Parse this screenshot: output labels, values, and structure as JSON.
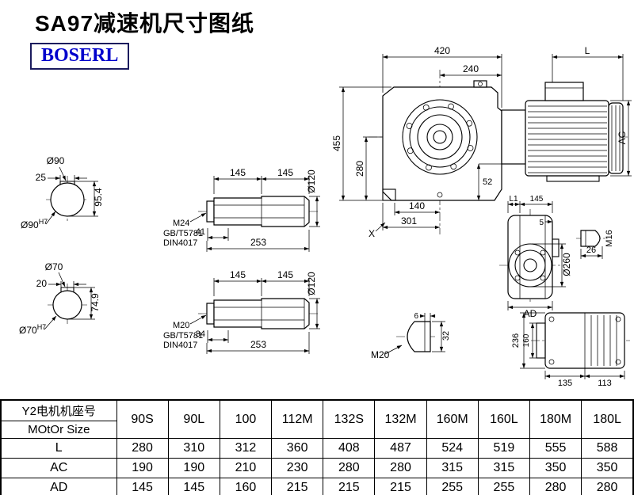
{
  "title": "SA97减速机尺寸图纸",
  "logo": "BOSERL",
  "main_view": {
    "d420": "420",
    "dL": "L",
    "d240": "240",
    "d455": "455",
    "d280": "280",
    "d52": "52",
    "d140": "140",
    "d301": "301",
    "x_label": "X",
    "dAC": "AC"
  },
  "hole_top": {
    "dia": "Ø90",
    "w": "25",
    "h": "95.4",
    "bore": "Ø90",
    "tol": "H7"
  },
  "hole_bottom": {
    "dia": "Ø70",
    "w": "20",
    "h": "74.9",
    "bore": "Ø70",
    "tol": "H7"
  },
  "shaft_top": {
    "a": "145",
    "b": "145",
    "dia": "Ø120",
    "thread": "M24",
    "std1": "GB/T5781",
    "std2": "DIN4017",
    "c": "41",
    "total": "253"
  },
  "shaft_bottom": {
    "a": "145",
    "b": "145",
    "dia": "Ø120",
    "thread": "M20",
    "std1": "GB/T5781",
    "std2": "DIN4017",
    "c": "34",
    "total": "253"
  },
  "side_view": {
    "l1": "L1",
    "d145": "145",
    "d5": "5",
    "dia": "Ø260",
    "ad": "AD"
  },
  "motor_shaft": {
    "thread": "M16",
    "len": "26"
  },
  "output_shaft": {
    "thread": "M20",
    "d6": "6",
    "d32": "32"
  },
  "rear_view": {
    "d236": "236",
    "d160": "160",
    "d135": "135",
    "d113": "113"
  },
  "table": {
    "header_cn": "Y2电机机座号",
    "header_en": "MOtOr Size",
    "sizes": [
      "90S",
      "90L",
      "100",
      "112M",
      "132S",
      "132M",
      "160M",
      "160L",
      "180M",
      "180L"
    ],
    "rows": [
      {
        "label": "L",
        "values": [
          "280",
          "310",
          "312",
          "360",
          "408",
          "487",
          "524",
          "519",
          "555",
          "588"
        ]
      },
      {
        "label": "AC",
        "values": [
          "190",
          "190",
          "210",
          "230",
          "280",
          "280",
          "315",
          "315",
          "350",
          "350"
        ]
      },
      {
        "label": "AD",
        "values": [
          "145",
          "145",
          "160",
          "215",
          "215",
          "215",
          "255",
          "255",
          "280",
          "280"
        ]
      }
    ]
  },
  "colors": {
    "logo_blue": "#0000cc",
    "line": "#000000"
  }
}
